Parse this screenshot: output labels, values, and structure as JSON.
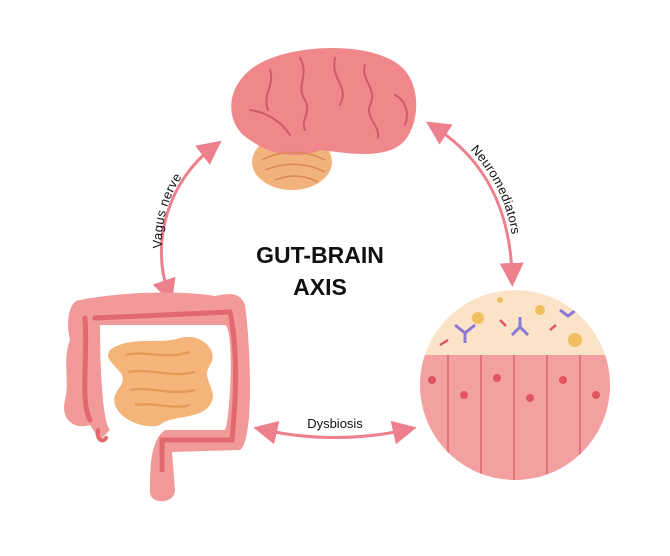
{
  "title": {
    "line1": "GUT-BRAIN",
    "line2": "AXIS"
  },
  "labels": {
    "left": "Vagus nerve",
    "right": "Neuromediators",
    "bottom": "Dysbiosis"
  },
  "colors": {
    "brain": "#f0878a",
    "cerebellum": "#f2b27c",
    "arrow": "#ee7f8c",
    "gut": "#f29a99",
    "small_intestine": "#f4b47a",
    "cells": "#f3a0a0",
    "background_circle": "#fbe3c8"
  }
}
